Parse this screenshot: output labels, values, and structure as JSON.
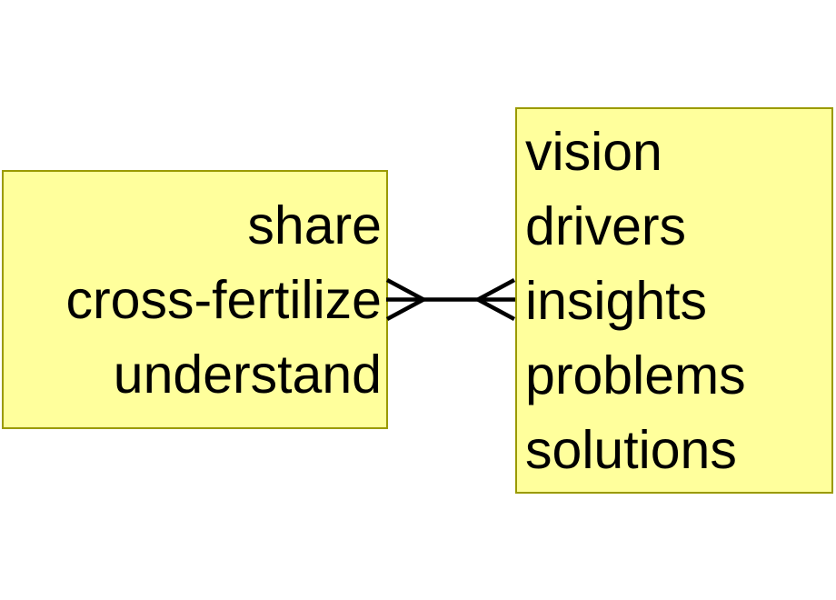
{
  "diagram": {
    "left_box": {
      "items": [
        "share",
        "cross-fertilize",
        "understand"
      ]
    },
    "right_box": {
      "items": [
        "vision",
        "drivers",
        "insights",
        "problems",
        "solutions"
      ]
    },
    "connector": {
      "type": "many-to-many",
      "notation": "crow's foot both ends"
    },
    "colors": {
      "box_fill": "#ffff9c",
      "box_border": "#9a9a00",
      "line": "#000000",
      "text": "#000000",
      "background": "#ffffff"
    }
  }
}
